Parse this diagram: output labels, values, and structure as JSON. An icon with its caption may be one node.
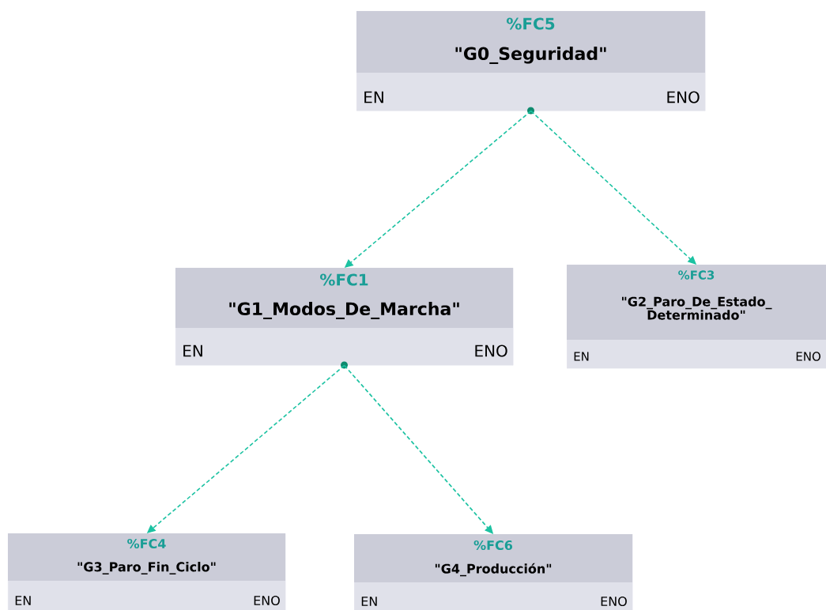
{
  "diagram": {
    "nodes": [
      {
        "text": [
          "%FC5",
          "\"G0_Seguridad\"",
          "EN",
          "ENO"
        ]
      },
      {
        "text": [
          "%FC1",
          "\"G1_Modos_De_Marcha\"",
          "EN",
          "ENO"
        ]
      },
      {
        "text": [
          "%FC3",
          "\"G2_Paro_De_Estado_ Determinado\"",
          "EN",
          "ENO"
        ]
      },
      {
        "text": [
          "%FC4",
          "\"G3_Paro_Fin_Ciclo\"",
          "EN",
          "ENO"
        ]
      },
      {
        "text": [
          "%FC6",
          "\"G4_Producción\"",
          "EN",
          "ENO"
        ]
      }
    ],
    "edges": [
      {
        "from": 0,
        "to": 1,
        "arrow": "to",
        "style": "dashed",
        "color": "#1cc2a2"
      },
      {
        "from": 0,
        "to": 2,
        "arrow": "to",
        "style": "dashed",
        "color": "#1cc2a2"
      },
      {
        "from": 1,
        "to": 3,
        "arrow": "to",
        "style": "dashed",
        "color": "#1cc2a2"
      },
      {
        "from": 1,
        "to": 4,
        "arrow": "to",
        "style": "dashed",
        "color": "#1cc2a2"
      }
    ]
  }
}
